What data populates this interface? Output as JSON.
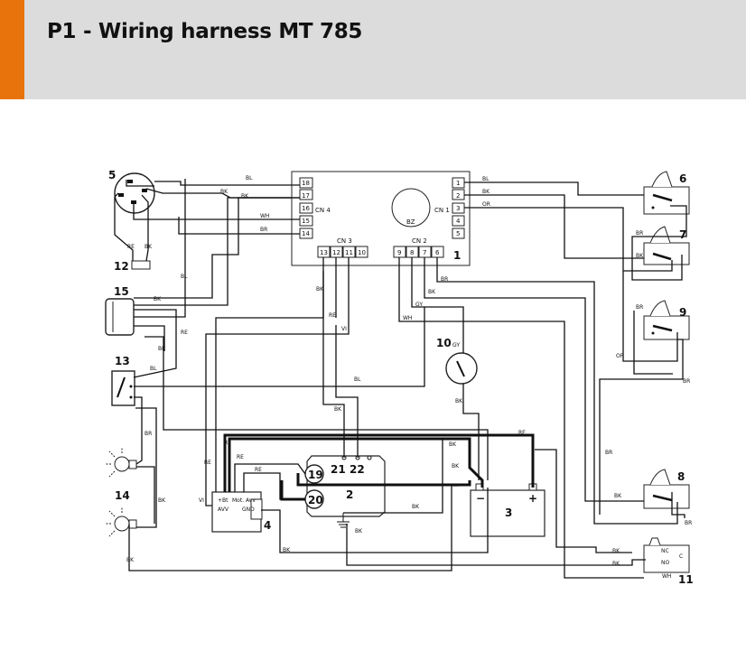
{
  "header": {
    "title": "P1 - Wiring harness MT 785",
    "accent_color": "#e8730c",
    "band_color": "#dcdcdc"
  },
  "components": {
    "c1": "1",
    "c2": "2",
    "c3": "3",
    "c4": "4",
    "c5": "5",
    "c6": "6",
    "c7": "7",
    "c8": "8",
    "c9": "9",
    "c10": "10",
    "c11": "11",
    "c12": "12",
    "c13": "13",
    "c14": "14",
    "c15": "15",
    "c19": "19",
    "c20": "20",
    "c21": "21",
    "c22": "22"
  },
  "connectors": {
    "cn1": "CN 1",
    "cn2": "CN 2",
    "cn3": "CN 3",
    "cn4": "CN 4",
    "bz": "BZ",
    "cn4_pins": [
      "18",
      "17",
      "16",
      "15",
      "14"
    ],
    "cn1_pins": [
      "1",
      "2",
      "3",
      "4",
      "5"
    ],
    "cn3_pins": [
      "13",
      "12",
      "11",
      "10"
    ],
    "cn2_pins": [
      "9",
      "8",
      "7",
      "6"
    ]
  },
  "relay_labels": {
    "bt": "+Bt",
    "avv": "AVV",
    "mot_avv": "Mot. Avv",
    "gnd": "GND",
    "minus": "−",
    "plus": "+",
    "nc": "NC",
    "no": "NO",
    "c": "C"
  },
  "wire_labels": {
    "bl": "BL",
    "bk": "BK",
    "wh": "WH",
    "br": "BR",
    "or": "OR",
    "re": "RE",
    "vi": "VI",
    "gy": "GY"
  }
}
